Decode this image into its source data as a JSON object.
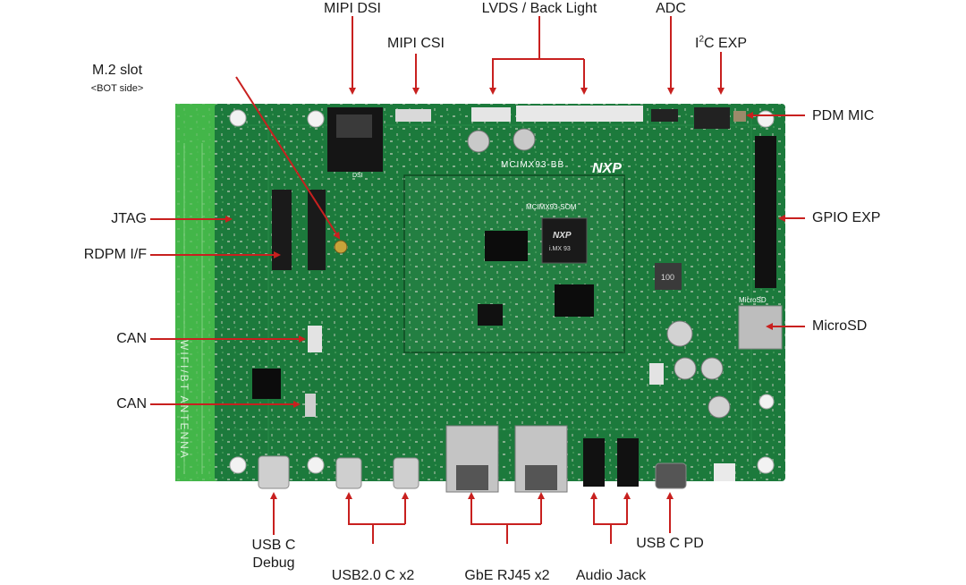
{
  "title": "",
  "colors": {
    "board": "#1c7a3c",
    "board_dark": "#115a28",
    "antenna": "#43b649",
    "arrow": "#c8201f",
    "text": "#1a1a1a"
  },
  "labels": {
    "mipi_dsi": "MIPI DSI",
    "lvds_backlight": "LVDS / Back Light",
    "adc": "ADC",
    "mipi_csi": "MIPI CSI",
    "i2c_exp_prefix": "I",
    "i2c_exp_sup": "2",
    "i2c_exp_suffix": "C EXP",
    "m2_slot": "M.2 slot",
    "m2_slot_sub": "<BOT side>",
    "pdm_mic": "PDM MIC",
    "jtag": "JTAG",
    "gpio_exp": "GPIO EXP",
    "rdpm_if": "RDPM I/F",
    "can_1": "CAN",
    "microsd": "MicroSD",
    "can_2": "CAN",
    "usb_c_debug_1": "USB C",
    "usb_c_debug_2": "Debug",
    "usb_c_pd": "USB C PD",
    "usb2_c_x2": "USB2.0 C x2",
    "gbe_rj45_x2": "GbE RJ45 x2",
    "audio_jack": "Audio Jack"
  },
  "board_text": {
    "baseboard_id": "MCIMX93-BB",
    "som_id": "MCIMX93-SOM",
    "vendor_logo": "NXP",
    "soc_logo": "NXP",
    "soc_name": "i.MX 93",
    "inductor_mark": "100",
    "antenna_text": "WIFI/BT ANTENNA",
    "microsd_silk": "MicroSD",
    "dsi_silk": "DSI"
  }
}
